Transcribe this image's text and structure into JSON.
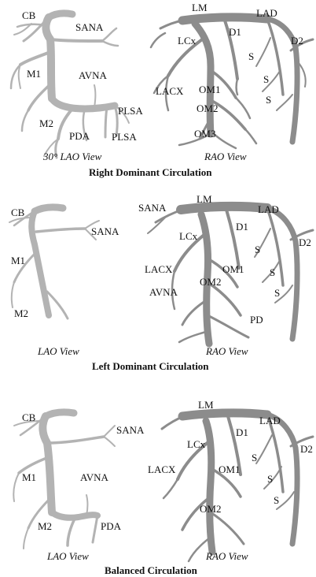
{
  "colors": {
    "background": "#ffffff",
    "right_coronary": "#b3b3b3",
    "left_coronary": "#8c8c8c",
    "text": "#111111"
  },
  "panels": [
    {
      "title": "Right Dominant Circulation",
      "lao_view_label": "30° LAO View",
      "rao_view_label": "RAO View",
      "lao_labels": {
        "cb": "CB",
        "sana": "SANA",
        "m1": "M1",
        "avna": "AVNA",
        "m2": "M2",
        "pda": "PDA",
        "plsa1": "PLSA",
        "plsa2": "PLSA"
      },
      "rao_labels": {
        "lm": "LM",
        "lad": "LAD",
        "d1": "D1",
        "d2": "D2",
        "lcx": "LCx",
        "s1": "S",
        "s2": "S",
        "s3": "S",
        "lacx": "LACX",
        "om1": "OM1",
        "om2": "OM2",
        "om3": "OM3"
      }
    },
    {
      "title": "Left Dominant Circulation",
      "lao_view_label": "LAO View",
      "rao_view_label": "RAO View",
      "lao_labels": {
        "cb": "CB",
        "sana": "SANA",
        "m1": "M1",
        "m2": "M2"
      },
      "rao_labels": {
        "lm": "LM",
        "lad": "LAD",
        "sana": "SANA",
        "d1": "D1",
        "d2": "D2",
        "lcx": "LCx",
        "s1": "S",
        "s2": "S",
        "s3": "S",
        "lacx": "LACX",
        "om1": "OM1",
        "om2": "OM2",
        "avna": "AVNA",
        "pd": "PD"
      }
    },
    {
      "title": "Balanced Circulation",
      "lao_view_label": "LAO View",
      "rao_view_label": "RAO View",
      "lao_labels": {
        "cb": "CB",
        "sana": "SANA",
        "m1": "M1",
        "avna": "AVNA",
        "m2": "M2",
        "pda": "PDA"
      },
      "rao_labels": {
        "lm": "LM",
        "lad": "LAD",
        "d1": "D1",
        "d2": "D2",
        "lcx": "LCx",
        "s1": "S",
        "s2": "S",
        "s3": "S",
        "lacx": "LACX",
        "om1": "OM1",
        "om2": "OM2"
      }
    }
  ]
}
